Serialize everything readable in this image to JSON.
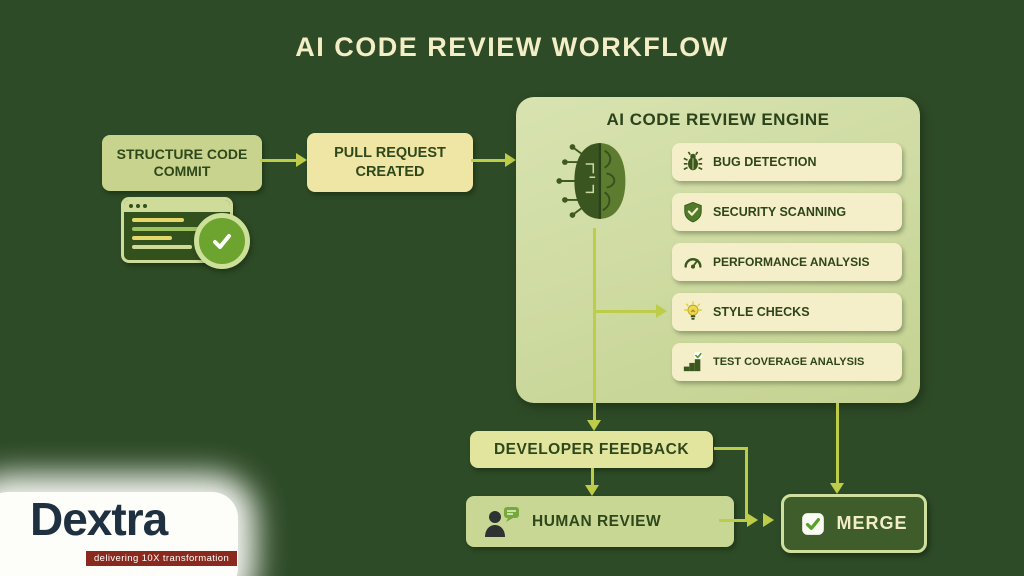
{
  "title": "AI CODE REVIEW WORKFLOW",
  "nodes": {
    "structure_commit": {
      "label": "STRUCTURE CODE COMMIT"
    },
    "pull_request": {
      "label": "PULL REQUEST CREATED"
    },
    "developer_feedback": {
      "label": "DEVELOPER FEEDBACK"
    },
    "human_review": {
      "label": "HUMAN REVIEW"
    },
    "merge": {
      "label": "MERGE"
    }
  },
  "engine": {
    "title": "AI CODE REVIEW ENGINE",
    "items": [
      {
        "label": "BUG DETECTION",
        "icon": "bug-icon"
      },
      {
        "label": "SECURITY SCANNING",
        "icon": "shield-icon"
      },
      {
        "label": "PERFORMANCE ANALYSIS",
        "icon": "gauge-icon"
      },
      {
        "label": "STYLE CHECKS",
        "icon": "lightbulb-icon"
      },
      {
        "label": "TEST COVERAGE ANALYSIS",
        "icon": "steps-check-icon"
      }
    ]
  },
  "logo": {
    "name": "Dextra",
    "tagline": "delivering 10X transformation"
  },
  "colors": {
    "background": "#2e4b27",
    "title_text": "#f3eec6",
    "arrow": "#bdcd49",
    "panel": "#cddaa0",
    "item_box": "#f5efc9",
    "box_green": "#c8d48e",
    "box_yellow": "#efe6a6",
    "merge_fill": "#3e5d2b",
    "merge_border": "#cfdf9d",
    "dark_text": "#2f481b"
  }
}
